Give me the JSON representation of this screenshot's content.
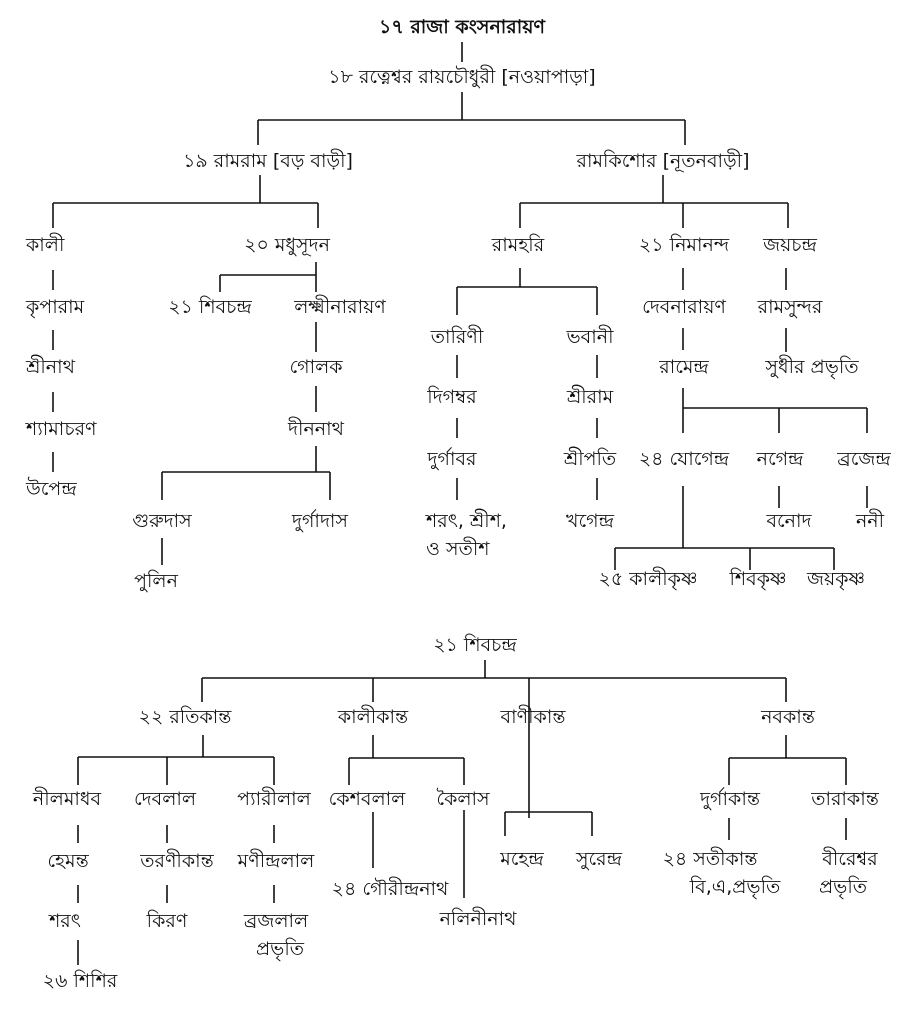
{
  "tree1": {
    "root": "১৭ রাজা কংসনারায়ণ",
    "gen18": "১৮ রত্নেশ্বর রায়চৌধুরী [নওয়াপাড়া]",
    "ramram": "১৯ রামরাম [বড় বাড়ী]",
    "ramkishor": "রামকিশোর [নূতনবাড়ী]",
    "kali": "কালী",
    "kriparam": "কৃপারাম",
    "srinath": "শ্রীনাথ",
    "shyamacharan": "শ্যামাচরণ",
    "upendra": "উপেন্দ্র",
    "madhusudan": "২০ মধুসূদন",
    "shibchandra": "২১ শিবচন্দ্র",
    "lakshminarayan": "লক্ষ্মীনারায়ণ",
    "golak": "গোলক",
    "dinanath": "দীননাথ",
    "gurudas": "গুরুদাস",
    "durgadas": "দুর্গাদাস",
    "pulin": "পুলিন",
    "ramhari": "রামহরি",
    "tarini": "তারিণী",
    "digambar": "দিগম্বর",
    "durgabar": "দুর্গাবর",
    "sharat_srish_1": "শরৎ, শ্রীশ,",
    "sharat_srish_2": "ও সতীশ",
    "bhabani": "ভবানী",
    "sriram": "শ্রীরাম",
    "sripati": "শ্রীপতি",
    "khagendra": "খগেন্দ্র",
    "nimananda": "২১ নিমানন্দ",
    "debnarayan": "দেবনারায়ণ",
    "ramendra": "রামেন্দ্র",
    "jogendra": "২৪ যোগেন্দ্র",
    "nagendra": "নগেন্দ্র",
    "brajendra": "ব্রজেন্দ্র",
    "benod": "বনোদ",
    "noni": "ননী",
    "kalikrishna": "২৫ কালীকৃষ্ণ",
    "shibkrishna": "শিবকৃষ্ণ",
    "joykrishna": "জয়কৃষ্ণ",
    "joychandra": "জয়চন্দ্র",
    "ramsundar": "রামসুন্দর",
    "sudhir": "সুধীর প্রভৃতি"
  },
  "tree2": {
    "root": "২১ শিবচন্দ্র",
    "ratikanta": "২২ রতিকান্ত",
    "kalikanta": "কালীকান্ত",
    "banikanta": "বাণীকান্ত",
    "nabakanta": "নবকান্ত",
    "nilmadhab": "নীলমাধব",
    "hemanta": "হেমন্ত",
    "sharat": "শরৎ",
    "shishir": "২৬ শিশির",
    "deblal": "দেবলাল",
    "taranikanta": "তরণীকান্ত",
    "kiran": "কিরণ",
    "pyarilal": "প্যারীলাল",
    "manindralal": "মণীন্দ্রলাল",
    "brajalal": "ব্রজলাল",
    "brajalal_etc": "প্রভৃতি",
    "keshablal": "কেশবলাল",
    "gaurindranath": "২৪ গৌরীন্দ্রনাথ",
    "kailas": "কৈলাস",
    "nalininath": "নলিনীনাথ",
    "mahendra": "মহেন্দ্র",
    "surendra": "সুরেন্দ্র",
    "durgakanta": "দুর্গাকান্ত",
    "satikanta": "২৪ সতীকান্ত",
    "satikanta_etc": "বি,এ,প্রভৃতি",
    "tarakanta": "তারাকান্ত",
    "bireshwar": "বীরেশ্বর",
    "bireshwar_etc": "প্রভৃতি"
  }
}
